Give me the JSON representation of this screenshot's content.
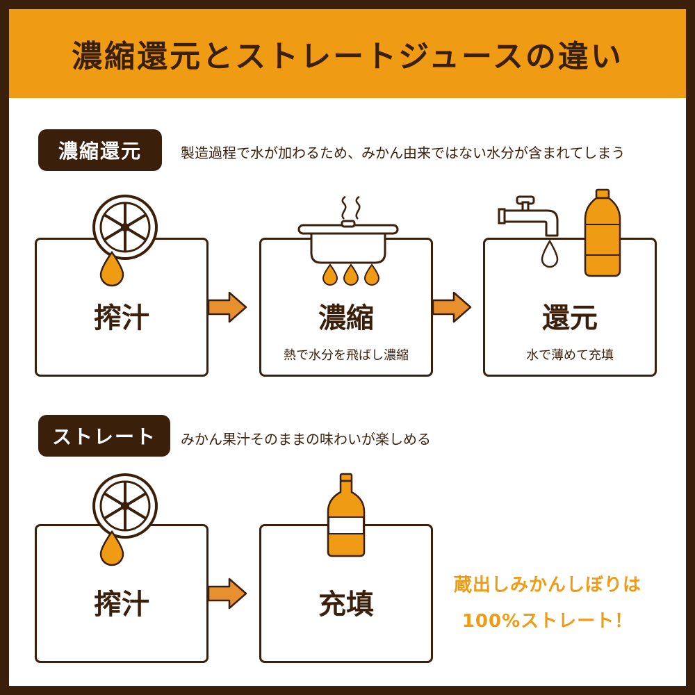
{
  "header": {
    "title": "濃縮還元とストレートジュースの違い"
  },
  "concentrate": {
    "tag": "濃縮還元",
    "desc": "製造過程で水が加わるため、みかん由来ではない水分が含まれてしまう",
    "steps": [
      {
        "title": "搾汁",
        "sub": ""
      },
      {
        "title": "濃縮",
        "sub": "熱で水分を飛ばし濃縮"
      },
      {
        "title": "還元",
        "sub": "水で薄めて充填"
      }
    ]
  },
  "straight": {
    "tag": "ストレート",
    "desc": "みかん果汁そのままの味わいが楽しめる",
    "steps": [
      {
        "title": "搾汁",
        "sub": ""
      },
      {
        "title": "充填",
        "sub": ""
      }
    ]
  },
  "promo": {
    "line1": "蔵出しみかんしぼりは",
    "line2": "100%ストレート！"
  },
  "colors": {
    "brown": "#3a1f0b",
    "orange": "#ef9b14",
    "orange_arrow": "#e8902e",
    "white": "#ffffff"
  },
  "icons": [
    "orange-slice-icon",
    "juice-drop-icon",
    "pot-icon",
    "steam-icon",
    "flame-drop-icon",
    "faucet-icon",
    "water-drop-icon",
    "pet-bottle-icon",
    "glass-bottle-icon",
    "arrow-right-icon"
  ]
}
